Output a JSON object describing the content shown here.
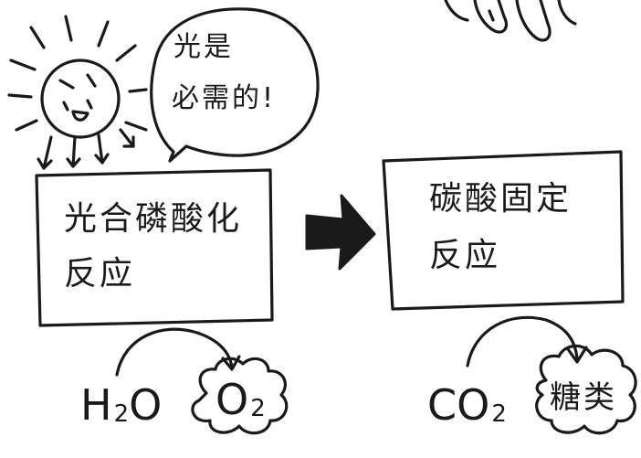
{
  "speech_bubble": {
    "line1": "光是",
    "line2": "必需的!"
  },
  "light_reaction_box": {
    "line1": "光合磷酸化",
    "line2": "反应"
  },
  "carbon_fixation_box": {
    "line1": "碳酸固定",
    "line2": "反应"
  },
  "light_inputs_outputs": {
    "input_base": "H",
    "input_sub": "2",
    "input_tail": "O",
    "output_base": "O",
    "output_sub": "2"
  },
  "fixation_inputs_outputs": {
    "input_base": "CO",
    "input_sub": "2",
    "output": "糖类"
  },
  "icons": [
    "sun-icon",
    "hand-icon",
    "process-arrow-icon"
  ]
}
